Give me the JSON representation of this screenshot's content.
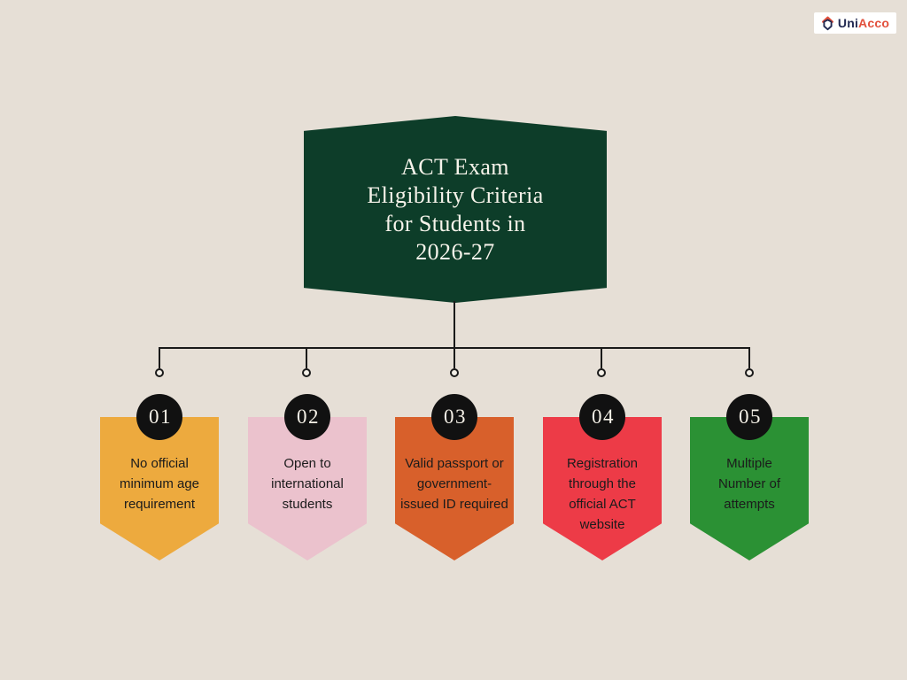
{
  "page": {
    "background": "#e6dfd6"
  },
  "logo": {
    "name": "UniAcco",
    "part_uni": "Uni",
    "part_acco": "Acco",
    "uni_color": "#222a52",
    "acco_color": "#e2503c",
    "house_icon": "house-icon"
  },
  "banner": {
    "color": "#0d3d29",
    "text_color": "#f6f3ea",
    "title_lines": [
      "ACT Exam",
      "Eligibility Criteria",
      "for Students in",
      "2026-27"
    ]
  },
  "connector": {
    "line_color": "#1a1a1a"
  },
  "items": [
    {
      "number": "01",
      "text": "No official\nminimum age\nrequirement",
      "color": "#edaa3e"
    },
    {
      "number": "02",
      "text": "Open to\ninternational\nstudents",
      "color": "#ebc2cd"
    },
    {
      "number": "03",
      "text": "Valid passport or\ngovernment-\nissued ID required",
      "color": "#d8602b"
    },
    {
      "number": "04",
      "text": "Registration\nthrough the\nofficial ACT\nwebsite",
      "color": "#ed3b47"
    },
    {
      "number": "05",
      "text": "Multiple\nNumber of\nattempts",
      "color": "#2b9134"
    }
  ]
}
